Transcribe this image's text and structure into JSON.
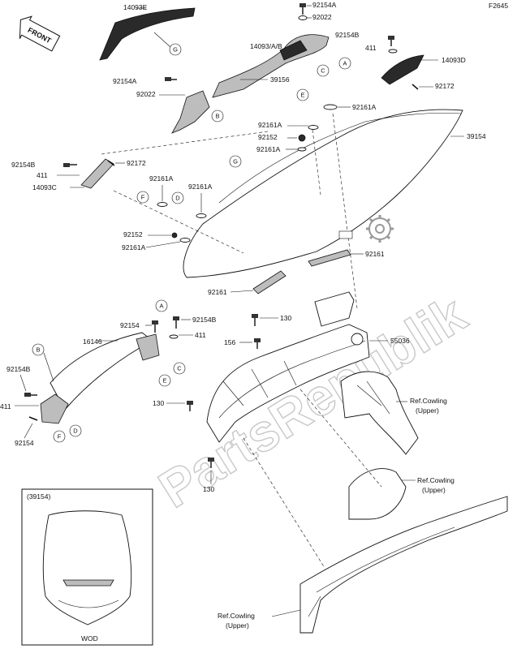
{
  "figure_code": "F2645",
  "front_label": "FRONT",
  "watermark": "PartsRepublik",
  "inset_label": "(39154)",
  "inset_note": "WOD",
  "callouts": [
    "A",
    "B",
    "C",
    "D",
    "E",
    "F",
    "G"
  ],
  "part_labels": {
    "p14093E": "14093E",
    "p92154A": "92154A",
    "p92022_top": "92022",
    "p14093AB": "14093/A/B",
    "p92154B_top": "92154B",
    "p411_top": "411",
    "p14093D": "14093D",
    "p92154A_left": "92154A",
    "p39156": "39156",
    "p92022_left": "92022",
    "p92172_right": "92172",
    "p92161A_1": "92161A",
    "p39154": "39154",
    "p92161A_2": "92161A",
    "p92152_1": "92152",
    "p92161A_3": "92161A",
    "p92154B_left": "92154B",
    "p92172_left": "92172",
    "p411_left": "411",
    "p14093C": "14093C",
    "p92161A_4": "92161A",
    "p92161A_5": "92161A",
    "p92152_2": "92152",
    "p92161A_6": "92161A",
    "p92161_1": "92161",
    "p92161_2": "92161",
    "p92154_1": "92154",
    "p92154B_mid": "92154B",
    "p411_mid": "411",
    "p130_1": "130",
    "p156": "156",
    "p55036": "55036",
    "p16146": "16146",
    "p92154B_low": "92154B",
    "p411_low": "411",
    "p92154_2": "92154",
    "p130_2": "130",
    "p130_3": "130",
    "ref_cowling_1": "Ref.Cowling",
    "ref_cowling_1b": "(Upper)",
    "ref_cowling_2": "Ref.Cowling",
    "ref_cowling_2b": "(Upper)",
    "ref_cowling_3": "Ref.Cowling",
    "ref_cowling_3b": "(Upper)"
  }
}
